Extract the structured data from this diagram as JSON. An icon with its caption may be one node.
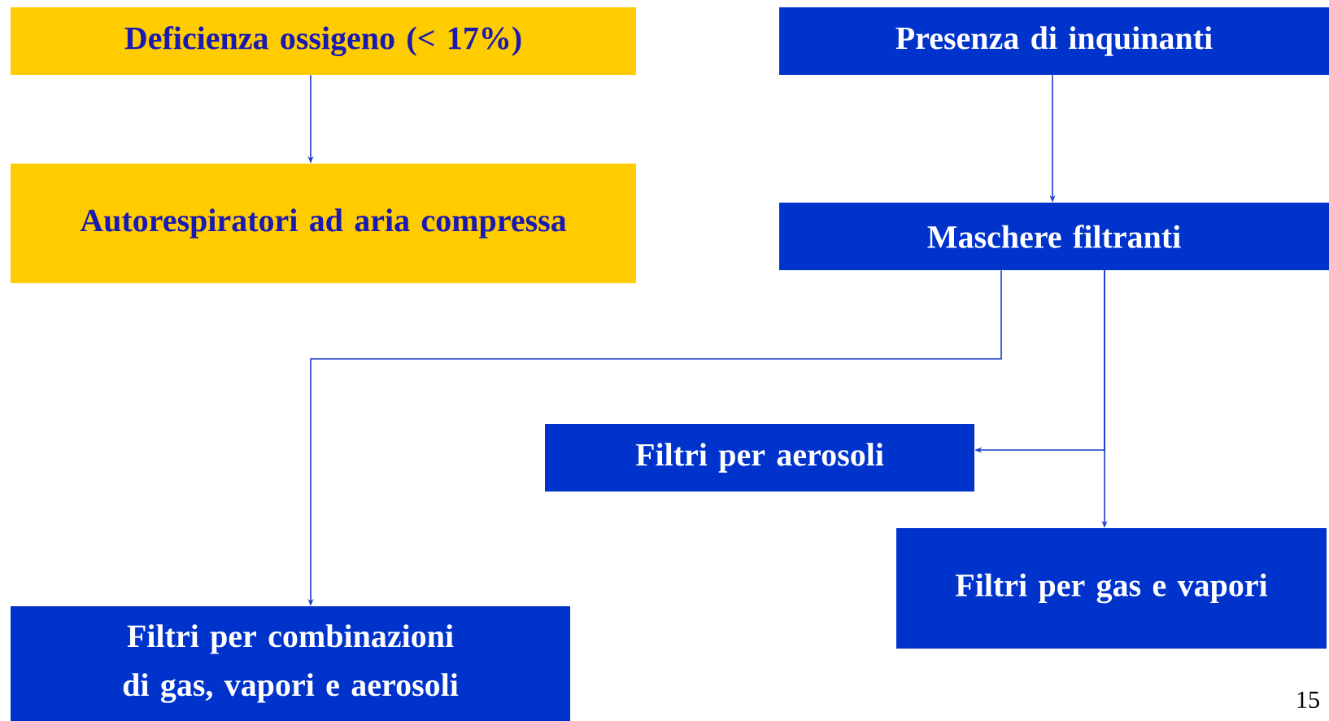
{
  "diagram": {
    "nodes": [
      {
        "text": [
          "Deficienza ossigeno (< 17%)"
        ]
      },
      {
        "text": [
          "Autorespiratori ad aria compressa"
        ]
      },
      {
        "text": [
          "Presenza di inquinanti"
        ]
      },
      {
        "text": [
          "Maschere filtranti"
        ]
      },
      {
        "text": [
          "Filtri per aerosoli"
        ]
      },
      {
        "text": [
          "Filtri per gas e vapori"
        ]
      },
      {
        "text": [
          "Filtri per combinazioni di gas, vapori e aerosoli"
        ]
      }
    ],
    "edges": [
      {
        "from": 0,
        "to": 1,
        "arrow": "to"
      },
      {
        "from": 2,
        "to": 3,
        "arrow": "to"
      },
      {
        "from": 3,
        "to": 6,
        "arrow": "to"
      },
      {
        "from": 3,
        "to": 4,
        "arrow": "to"
      },
      {
        "from": 3,
        "to": 5,
        "arrow": "to"
      }
    ],
    "labels": [
      "15"
    ]
  }
}
